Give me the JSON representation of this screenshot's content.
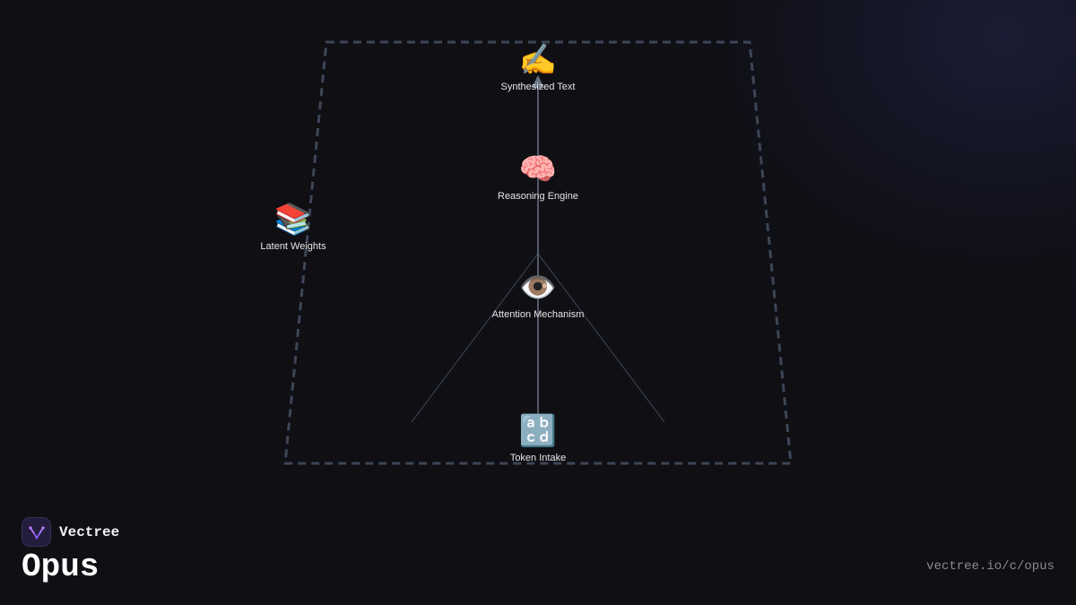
{
  "diagram": {
    "nodes": [
      {
        "id": "synthesized-text",
        "icon": "writing-hand-icon",
        "glyph": "✍️",
        "label": "Synthesized Text"
      },
      {
        "id": "reasoning-engine",
        "icon": "brain-icon",
        "glyph": "🧠",
        "label": "Reasoning Engine"
      },
      {
        "id": "latent-weights",
        "icon": "books-icon",
        "glyph": "📚",
        "label": "Latent Weights"
      },
      {
        "id": "attention-mechanism",
        "icon": "eye-icon",
        "glyph": "👁️",
        "label": "Attention Mechanism"
      },
      {
        "id": "token-intake",
        "icon": "abcd-letters-icon",
        "glyph": "🔡",
        "label": "Token Intake"
      }
    ],
    "colors": {
      "frame": "#3d4658",
      "connector": "#6b7385",
      "spread": "#2f3644",
      "label": "#e6e6ea"
    }
  },
  "brand": {
    "name": "Vectree",
    "logo_icon": "vectree-logo-icon",
    "accent": "#8b5cf6"
  },
  "page": {
    "title": "Opus",
    "url": "vectree.io/c/opus"
  }
}
